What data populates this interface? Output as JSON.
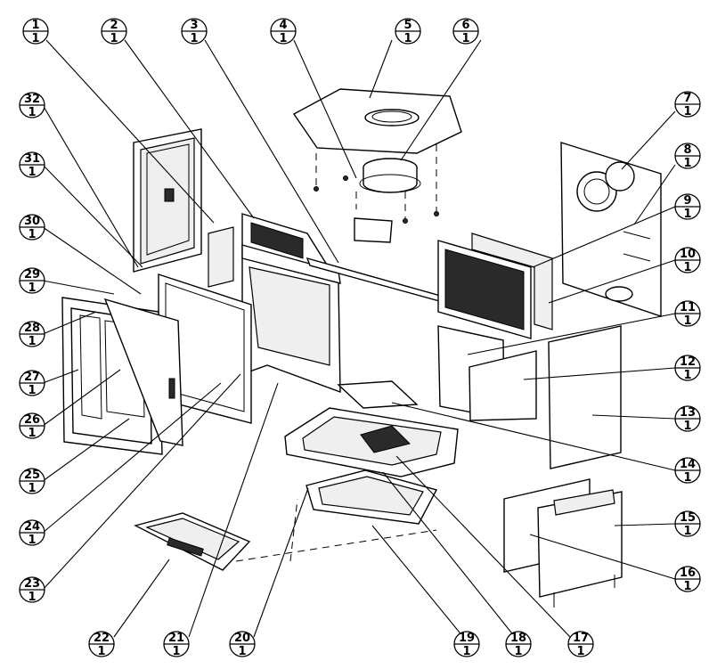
{
  "diagram": {
    "balloons": [
      {
        "num": "1",
        "qty": "1"
      },
      {
        "num": "2",
        "qty": "1"
      },
      {
        "num": "3",
        "qty": "1"
      },
      {
        "num": "4",
        "qty": "1"
      },
      {
        "num": "5",
        "qty": "1"
      },
      {
        "num": "6",
        "qty": "1"
      },
      {
        "num": "7",
        "qty": "1"
      },
      {
        "num": "8",
        "qty": "1"
      },
      {
        "num": "9",
        "qty": "1"
      },
      {
        "num": "10",
        "qty": "1"
      },
      {
        "num": "11",
        "qty": "1"
      },
      {
        "num": "12",
        "qty": "1"
      },
      {
        "num": "13",
        "qty": "1"
      },
      {
        "num": "14",
        "qty": "1"
      },
      {
        "num": "15",
        "qty": "1"
      },
      {
        "num": "16",
        "qty": "1"
      },
      {
        "num": "17",
        "qty": "1"
      },
      {
        "num": "18",
        "qty": "1"
      },
      {
        "num": "19",
        "qty": "1"
      },
      {
        "num": "20",
        "qty": "1"
      },
      {
        "num": "21",
        "qty": "1"
      },
      {
        "num": "22",
        "qty": "1"
      },
      {
        "num": "23",
        "qty": "1"
      },
      {
        "num": "24",
        "qty": "1"
      },
      {
        "num": "25",
        "qty": "1"
      },
      {
        "num": "26",
        "qty": "1"
      },
      {
        "num": "27",
        "qty": "1"
      },
      {
        "num": "28",
        "qty": "1"
      },
      {
        "num": "29",
        "qty": "1"
      },
      {
        "num": "30",
        "qty": "1"
      },
      {
        "num": "31",
        "qty": "1"
      },
      {
        "num": "32",
        "qty": "1"
      }
    ]
  }
}
